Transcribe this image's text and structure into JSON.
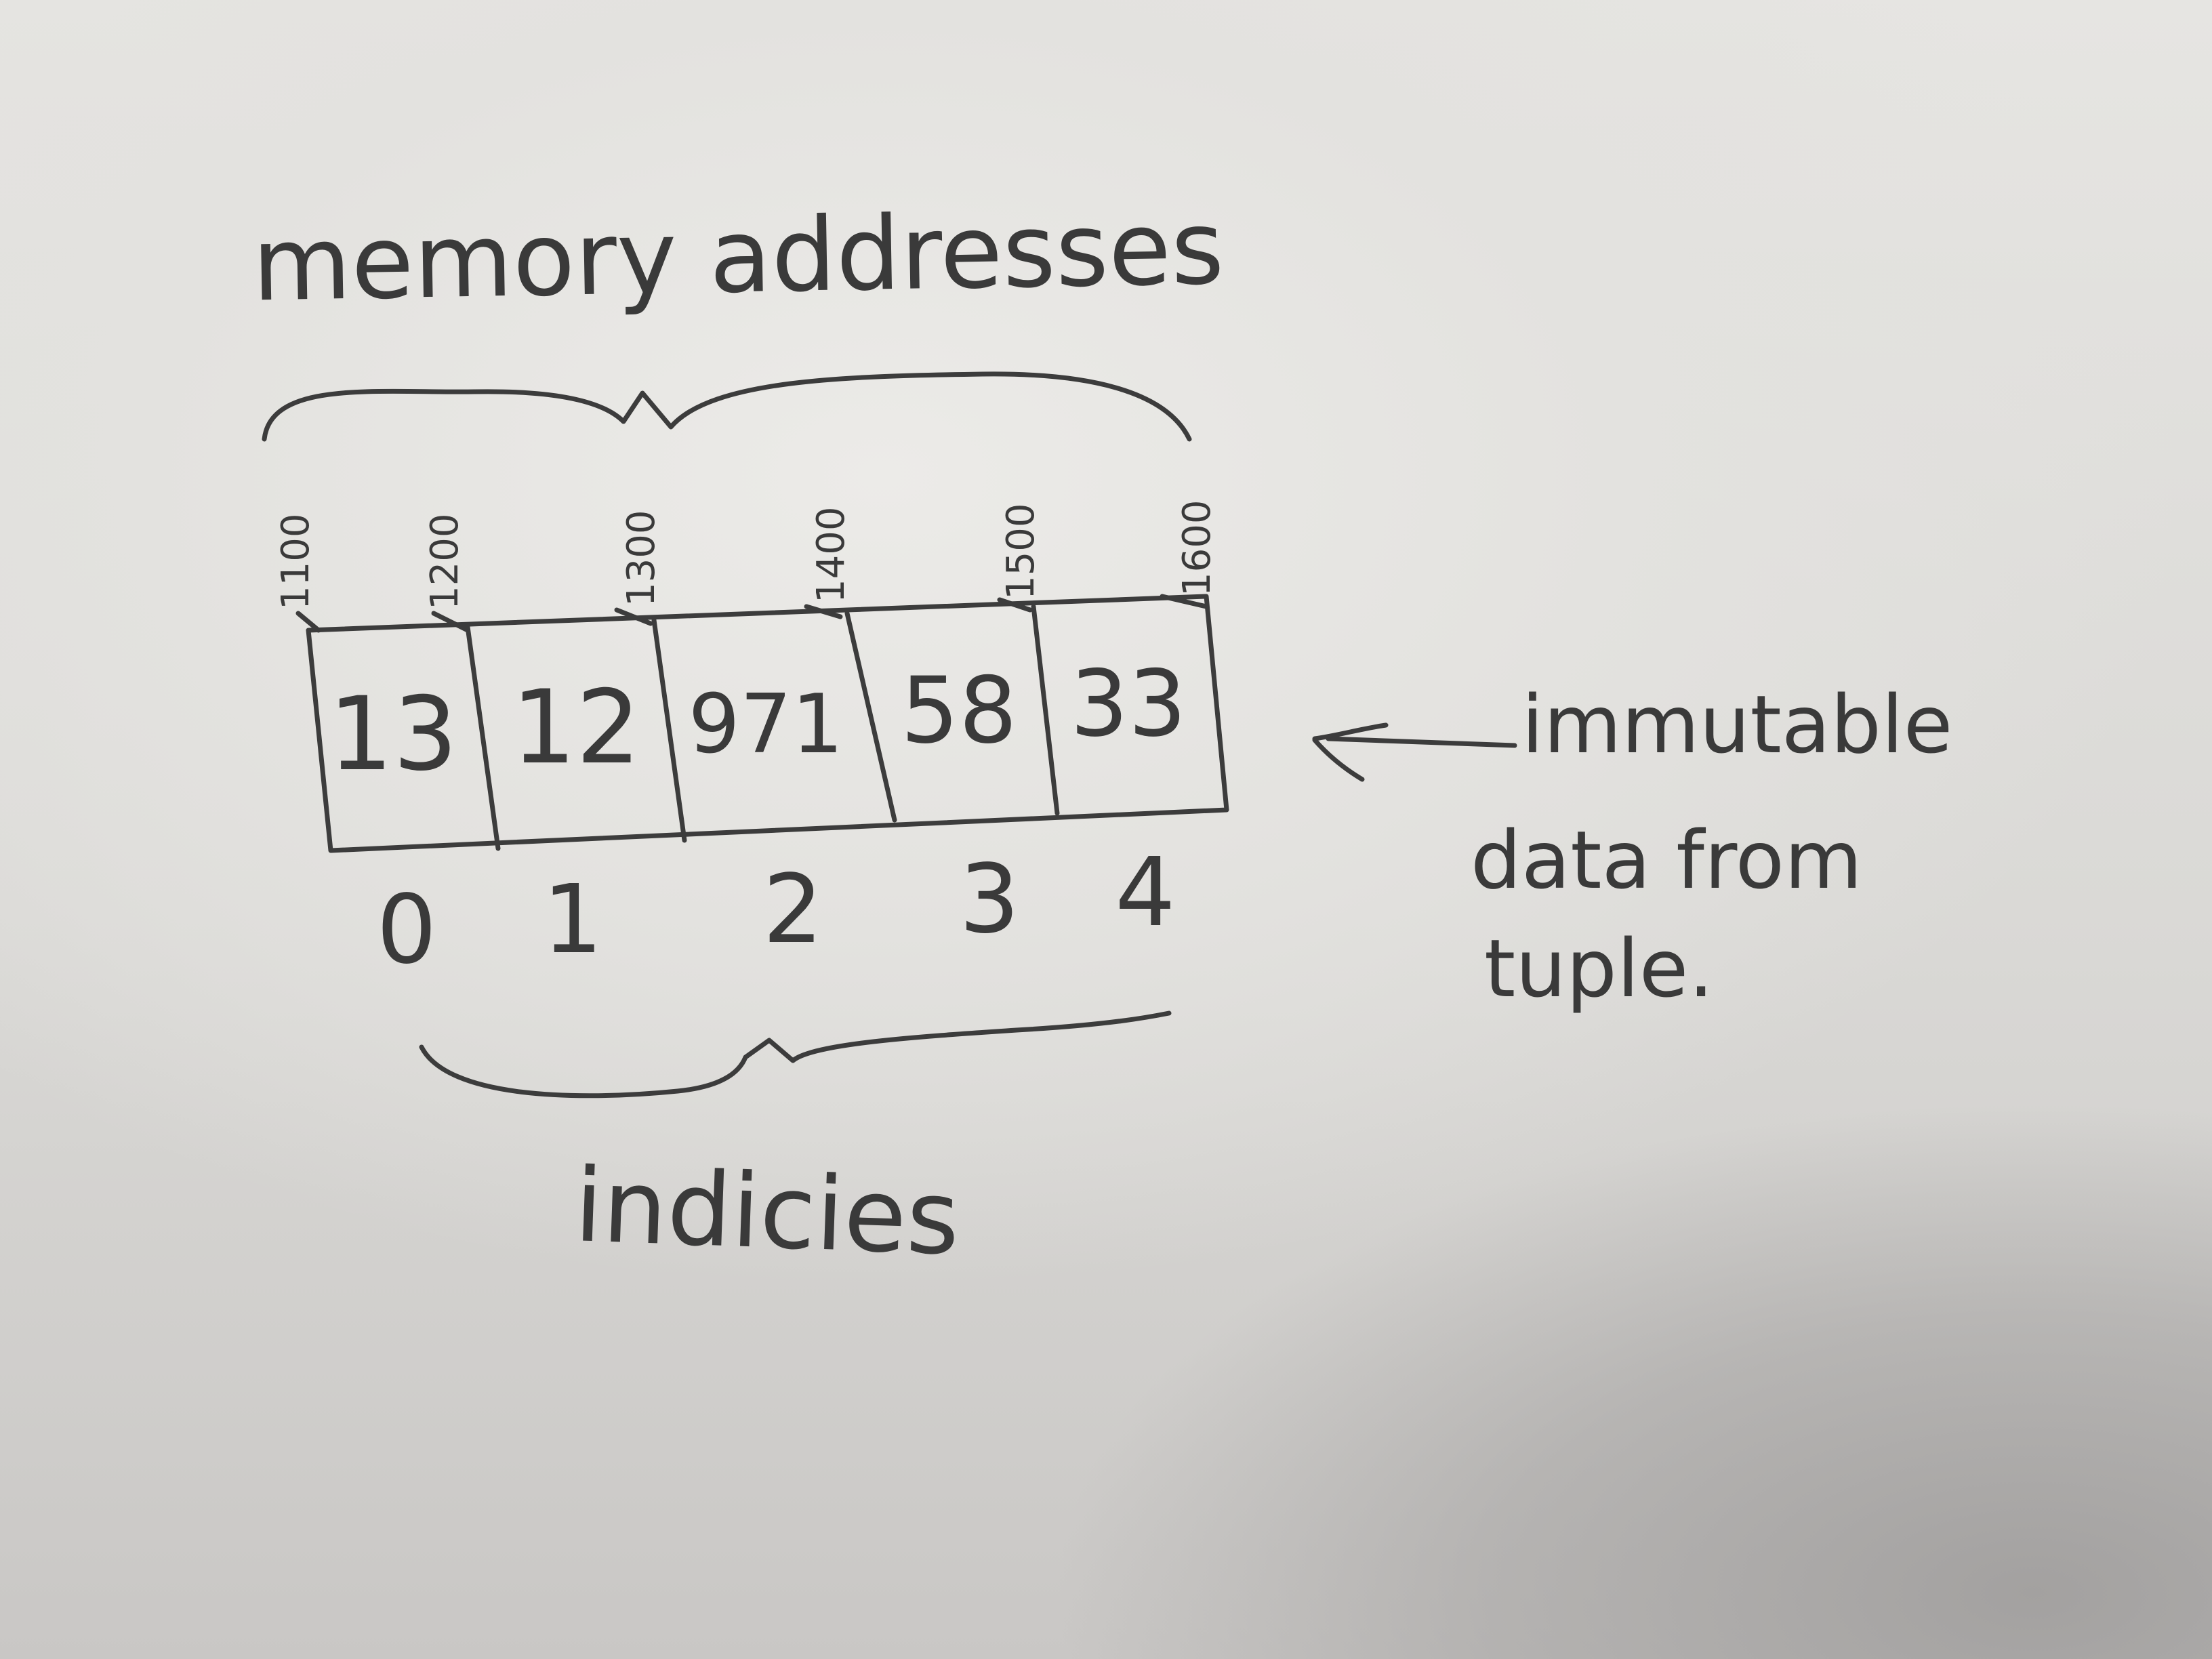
{
  "labels": {
    "memory_addresses": "memory addresses",
    "indices": "indicies",
    "note_line1": "immutable",
    "note_line2": "data from",
    "note_line3": "tuple."
  },
  "cells": [
    {
      "value": "13",
      "index": "0"
    },
    {
      "value": "12",
      "index": "1"
    },
    {
      "value": "971",
      "index": "2"
    },
    {
      "value": "58",
      "index": "3"
    },
    {
      "value": "33",
      "index": "4"
    }
  ],
  "addresses": [
    "1100",
    "1200",
    "1300",
    "1400",
    "1500",
    "1600"
  ],
  "colors": {
    "pencil": "#3c3c3c",
    "paper": "#e6e5e2"
  }
}
